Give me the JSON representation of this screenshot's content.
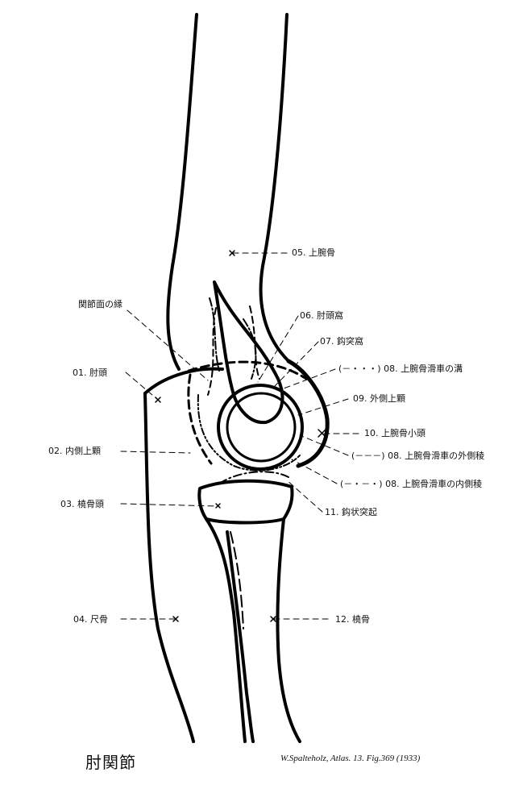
{
  "title": "肘関節",
  "credit": "W.Spalteholz, Atlas. 13. Fig.369 (1933)",
  "labels": {
    "l05": "05. 上腕骨",
    "edge": "関節面の縁",
    "l06": "06. 肘頭窩",
    "l07": "07. 鈎突窩",
    "l08a": "(－・・・) 08. 上腕骨滑車の溝",
    "l01": "01. 肘頭",
    "l09": "09. 外側上顆",
    "l10": "10. 上腕骨小頭",
    "l02": "02. 内側上顆",
    "l08b": "(－－－) 08. 上腕骨滑車の外側稜",
    "l08c": "(－・－・) 08. 上腕骨滑車の内側稜",
    "l03": "03. 橈骨頭",
    "l11": "11. 鈎状突起",
    "l04": "04. 尺骨",
    "l12": "12. 橈骨"
  }
}
